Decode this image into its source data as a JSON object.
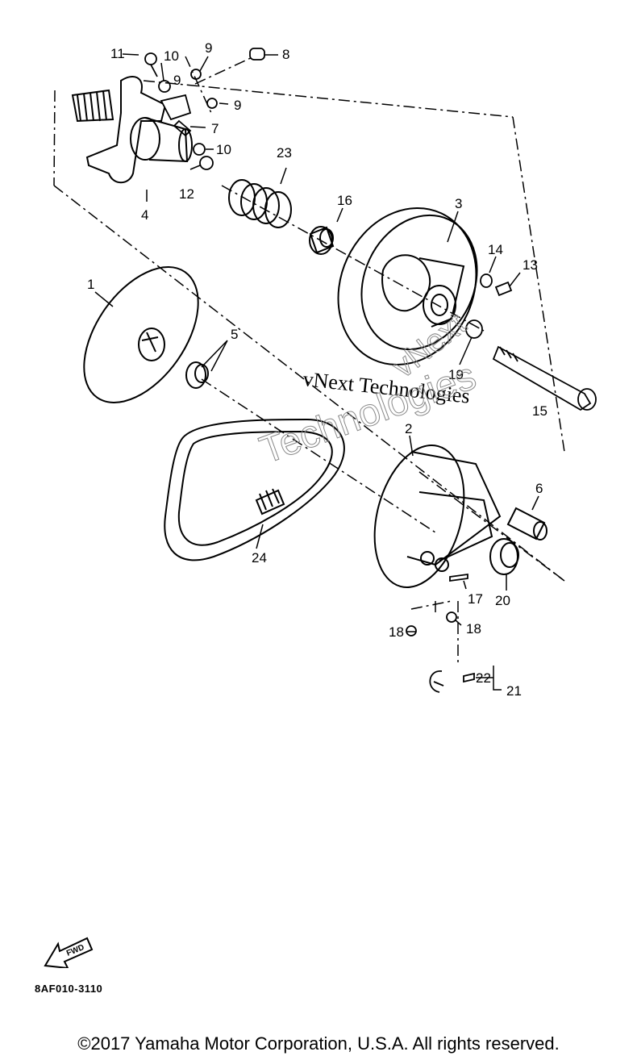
{
  "callouts": [
    "1",
    "2",
    "3",
    "4",
    "5",
    "6",
    "7",
    "8",
    "9",
    "9",
    "9",
    "10",
    "10",
    "11",
    "12",
    "13",
    "14",
    "15",
    "16",
    "17",
    "18",
    "18",
    "19",
    "20",
    "21",
    "22",
    "23",
    "24"
  ],
  "watermark": {
    "line1": "vNext Technologies",
    "line2": "vNext",
    "line3": "Technologies"
  },
  "fwd_label": "FWD",
  "reference_code": "8AF010-3110",
  "copyright": "©2017 Yamaha Motor Corporation, U.S.A. All rights reserved.",
  "colors": {
    "ink": "#000000",
    "watermark": "#888888",
    "background": "#ffffff"
  },
  "icons": {
    "direction": "fwd-arrow-icon"
  }
}
